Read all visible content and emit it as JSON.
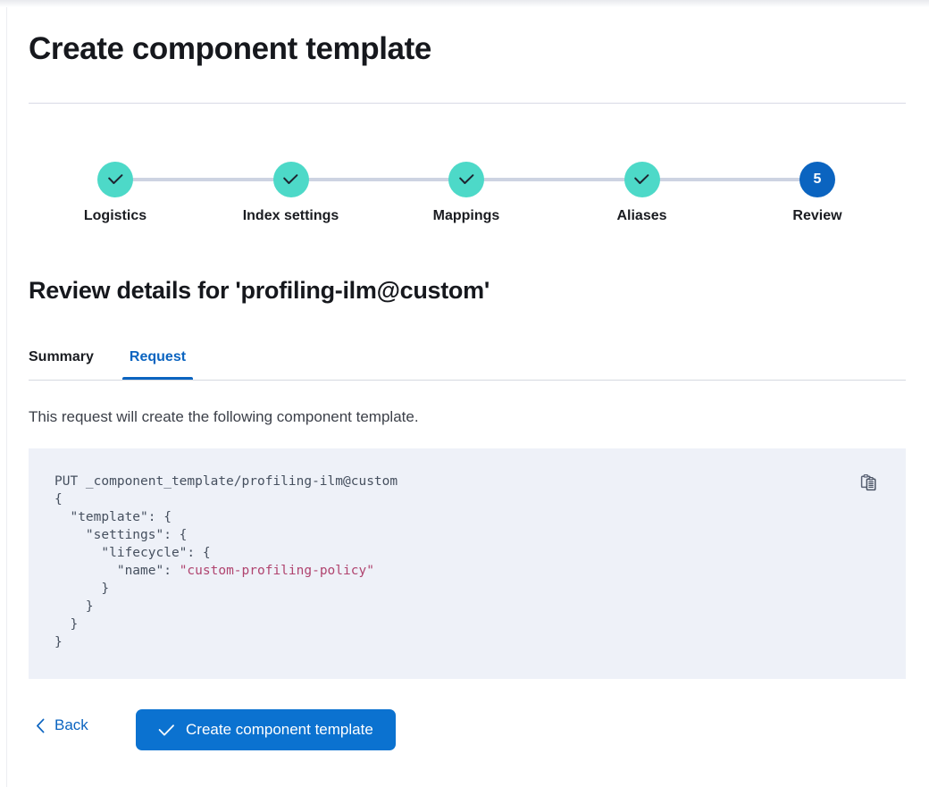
{
  "page": {
    "title": "Create component template"
  },
  "steps": {
    "items": [
      {
        "label": "Logistics",
        "state": "done",
        "marker": "check"
      },
      {
        "label": "Index settings",
        "state": "done",
        "marker": "check"
      },
      {
        "label": "Mappings",
        "state": "done",
        "marker": "check"
      },
      {
        "label": "Aliases",
        "state": "done",
        "marker": "check"
      },
      {
        "label": "Review",
        "state": "current",
        "marker": "5"
      }
    ],
    "done_color": "#4dd9c8",
    "current_color": "#0b64c0",
    "connector_color": "#cdd3e2"
  },
  "review": {
    "heading": "Review details for 'profiling-ilm@custom'",
    "tabs": [
      {
        "label": "Summary",
        "active": false
      },
      {
        "label": "Request",
        "active": true
      }
    ],
    "description": "This request will create the following component template.",
    "accent_color": "#0b64c0"
  },
  "code": {
    "copy_icon": "copy-clipboard-icon",
    "background": "#eef1f8",
    "text_color": "#46505f",
    "string_color": "#b0446f",
    "lines": [
      {
        "text": "PUT _component_template/profiling-ilm@custom"
      },
      {
        "text": "{"
      },
      {
        "text": "  \"template\": {"
      },
      {
        "text": "    \"settings\": {"
      },
      {
        "text": "      \"lifecycle\": {"
      },
      {
        "pre": "        \"name\": ",
        "str": "\"custom-profiling-policy\""
      },
      {
        "text": "      }"
      },
      {
        "text": "    }"
      },
      {
        "text": "  }"
      },
      {
        "text": "}"
      }
    ]
  },
  "footer": {
    "back_label": "Back",
    "back_icon": "chevron-left-icon",
    "submit_label": "Create component template",
    "submit_icon": "check-icon",
    "submit_color": "#0b72d0"
  }
}
